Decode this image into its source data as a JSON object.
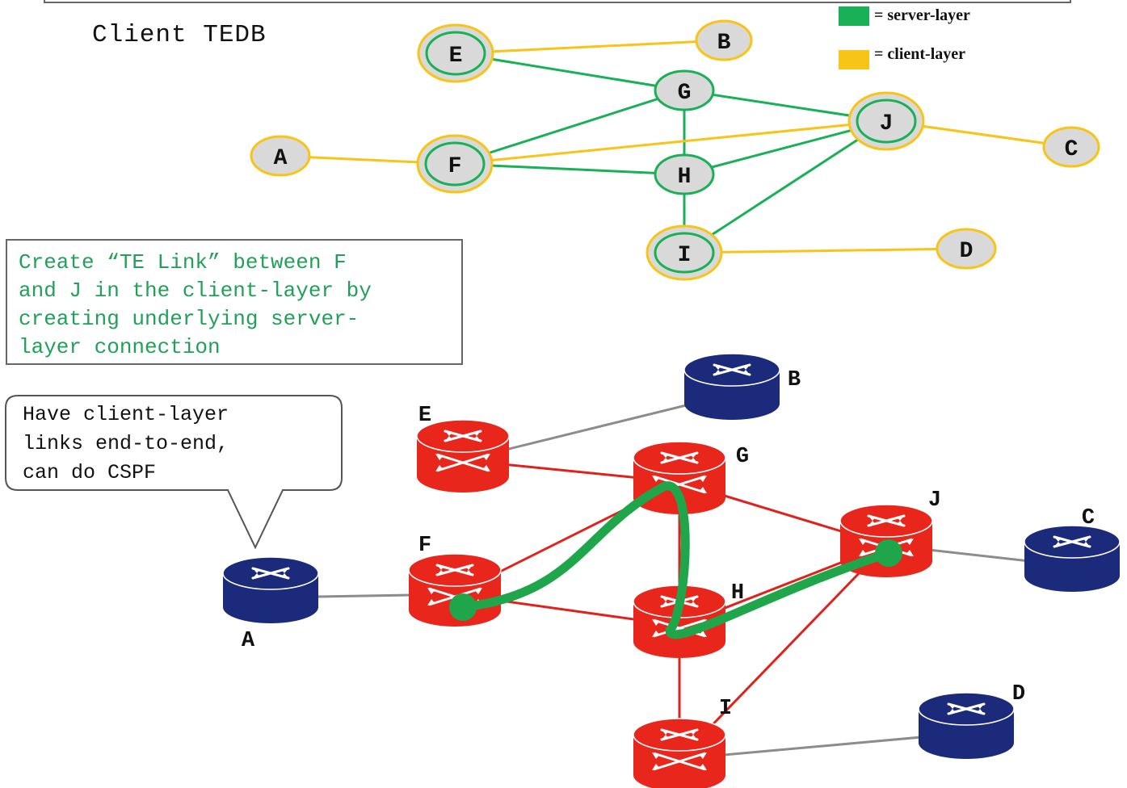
{
  "title": "Client TEDB",
  "legend": [
    {
      "color": "#19b057",
      "label": "= server-layer"
    },
    {
      "color": "#f7c417",
      "label": "= client-layer"
    }
  ],
  "tedb_nodes": [
    "E",
    "B",
    "G",
    "J",
    "A",
    "F",
    "H",
    "C",
    "I",
    "D"
  ],
  "tedb_links": [
    {
      "from": "E",
      "to": "B",
      "layer": "client"
    },
    {
      "from": "E",
      "to": "G",
      "layer": "server"
    },
    {
      "from": "G",
      "to": "J",
      "layer": "server"
    },
    {
      "from": "G",
      "to": "F",
      "layer": "server"
    },
    {
      "from": "G",
      "to": "H",
      "layer": "server"
    },
    {
      "from": "F",
      "to": "J",
      "layer": "client"
    },
    {
      "from": "A",
      "to": "F",
      "layer": "client"
    },
    {
      "from": "F",
      "to": "H",
      "layer": "server"
    },
    {
      "from": "H",
      "to": "J",
      "layer": "server"
    },
    {
      "from": "J",
      "to": "C",
      "layer": "client"
    },
    {
      "from": "H",
      "to": "I",
      "layer": "server"
    },
    {
      "from": "I",
      "to": "J",
      "layer": "server"
    },
    {
      "from": "I",
      "to": "D",
      "layer": "client"
    }
  ],
  "textbox": {
    "lines": [
      "Create “TE Link” between F",
      "and J in the client-layer by",
      "creating underlying server-",
      "layer connection"
    ]
  },
  "callout": {
    "lines": [
      "Have client-layer",
      "links end-to-end,",
      "can do CSPF"
    ]
  },
  "routers": [
    {
      "id": "A",
      "type": "client"
    },
    {
      "id": "B",
      "type": "client"
    },
    {
      "id": "C",
      "type": "client"
    },
    {
      "id": "D",
      "type": "client"
    },
    {
      "id": "E",
      "type": "server"
    },
    {
      "id": "F",
      "type": "server"
    },
    {
      "id": "G",
      "type": "server"
    },
    {
      "id": "H",
      "type": "server"
    },
    {
      "id": "I",
      "type": "server"
    },
    {
      "id": "J",
      "type": "server"
    }
  ],
  "network_links": [
    {
      "from": "A",
      "to": "F",
      "kind": "access"
    },
    {
      "from": "E",
      "to": "B",
      "kind": "access"
    },
    {
      "from": "J",
      "to": "C",
      "kind": "access"
    },
    {
      "from": "I",
      "to": "D",
      "kind": "access"
    },
    {
      "from": "E",
      "to": "G",
      "kind": "server"
    },
    {
      "from": "F",
      "to": "G",
      "kind": "server"
    },
    {
      "from": "F",
      "to": "H",
      "kind": "server"
    },
    {
      "from": "G",
      "to": "H",
      "kind": "server"
    },
    {
      "from": "G",
      "to": "J",
      "kind": "server"
    },
    {
      "from": "H",
      "to": "J",
      "kind": "server"
    },
    {
      "from": "H",
      "to": "I",
      "kind": "server"
    },
    {
      "from": "I",
      "to": "J",
      "kind": "server"
    }
  ],
  "te_path": [
    "F",
    "G",
    "H",
    "J"
  ],
  "colors": {
    "server_layer": "#19b057",
    "client_layer": "#f7c417",
    "client_router": "#1b2a7a",
    "server_router": "#e8261c",
    "access_link": "#8c8c8c",
    "server_link": "#e0221c",
    "te_path": "#1fa64b",
    "node_fill": "#d9d9d9"
  }
}
